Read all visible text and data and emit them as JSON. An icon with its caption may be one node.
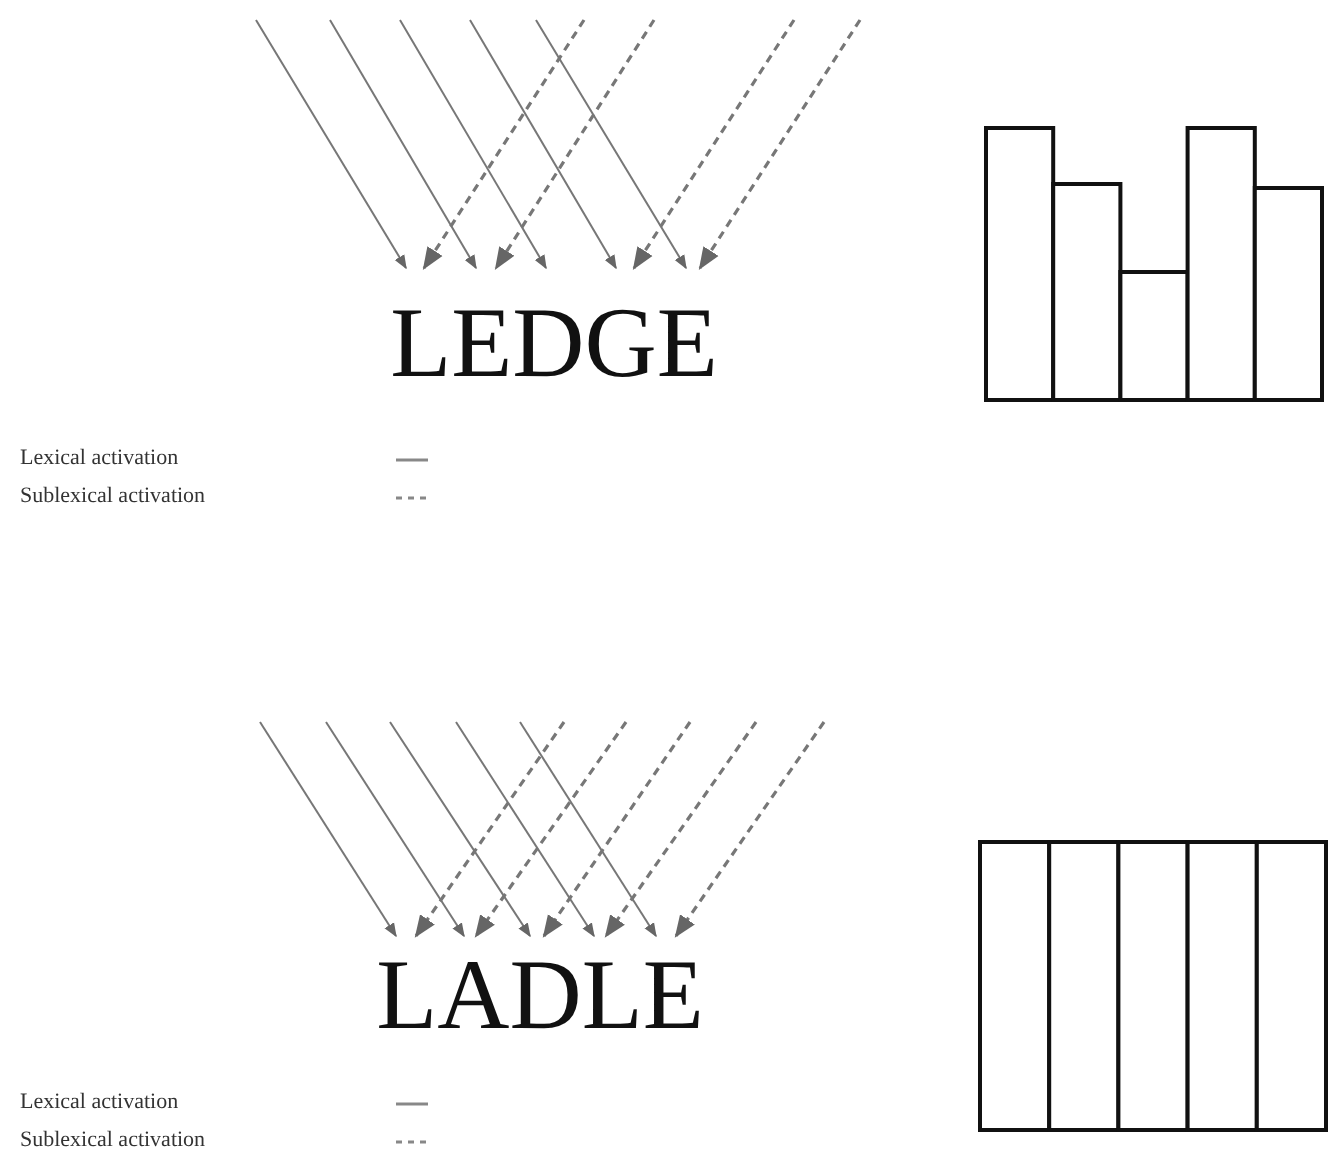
{
  "diagram": {
    "nodes": [
      {
        "text": [
          "LEDGE"
        ]
      },
      {
        "text": [
          "LADLE"
        ]
      }
    ],
    "edges": [
      {
        "from": null,
        "to": 0,
        "arrow": "to"
      },
      {
        "from": null,
        "to": 0,
        "arrow": "to"
      },
      {
        "from": null,
        "to": 0,
        "arrow": "to"
      },
      {
        "from": null,
        "to": 0,
        "arrow": "to"
      },
      {
        "from": null,
        "to": 0,
        "arrow": "to"
      },
      {
        "from": null,
        "to": 0,
        "arrow": "to",
        "style": "dashed"
      },
      {
        "from": null,
        "to": 0,
        "arrow": "to",
        "style": "dashed"
      },
      {
        "from": null,
        "to": 0,
        "arrow": "to",
        "style": "dashed"
      },
      {
        "from": null,
        "to": 0,
        "arrow": "to",
        "style": "dashed"
      },
      {
        "from": null,
        "to": 1,
        "arrow": "to"
      },
      {
        "from": null,
        "to": 1,
        "arrow": "to"
      },
      {
        "from": null,
        "to": 1,
        "arrow": "to"
      },
      {
        "from": null,
        "to": 1,
        "arrow": "to"
      },
      {
        "from": null,
        "to": 1,
        "arrow": "to"
      },
      {
        "from": null,
        "to": 1,
        "arrow": "to",
        "style": "dashed"
      },
      {
        "from": null,
        "to": 1,
        "arrow": "to",
        "style": "dashed"
      },
      {
        "from": null,
        "to": 1,
        "arrow": "to",
        "style": "dashed"
      },
      {
        "from": null,
        "to": 1,
        "arrow": "to",
        "style": "dashed"
      },
      {
        "from": null,
        "to": 1,
        "arrow": "to",
        "style": "dashed"
      }
    ],
    "legend": [
      {
        "text": "Lexical activation"
      },
      {
        "text": "Sublexical activation"
      },
      {
        "text": "Lexical activation"
      },
      {
        "text": "Sublexical activation"
      }
    ]
  }
}
